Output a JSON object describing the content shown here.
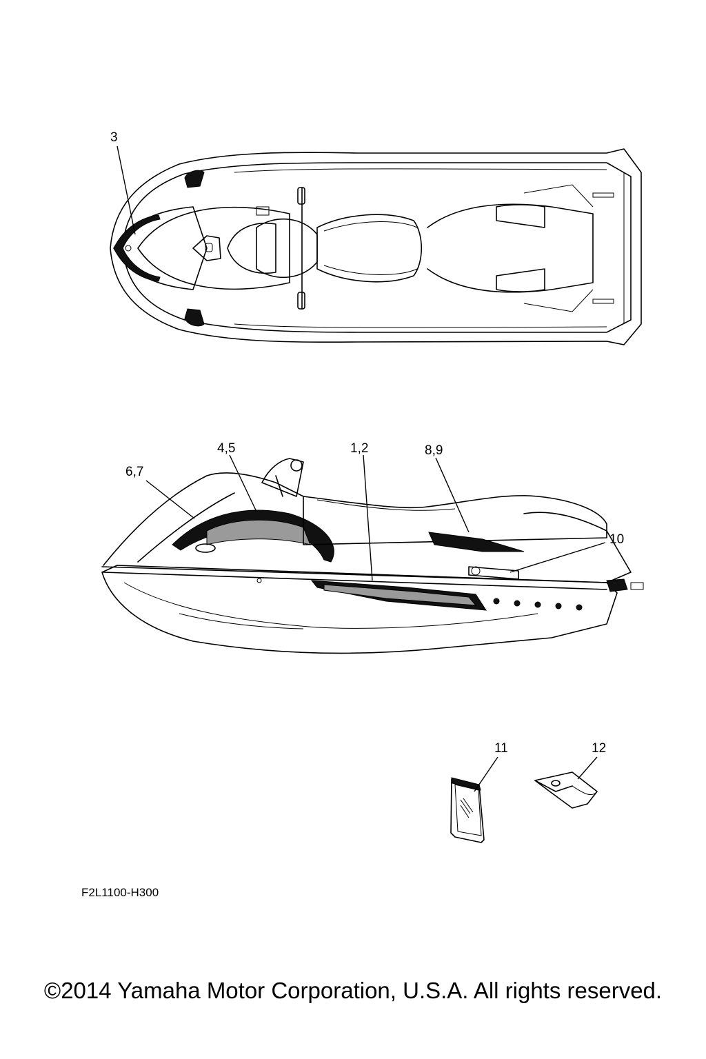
{
  "callouts": {
    "c3": "3",
    "c45": "4,5",
    "c12": "1,2",
    "c89": "8,9",
    "c67": "6,7",
    "c10": "10",
    "c11": "11",
    "c12b": "12"
  },
  "figure_code": "F2L1100-H300",
  "copyright": "©2014 Yamaha Motor Corporation, U.S.A. All rights reserved."
}
